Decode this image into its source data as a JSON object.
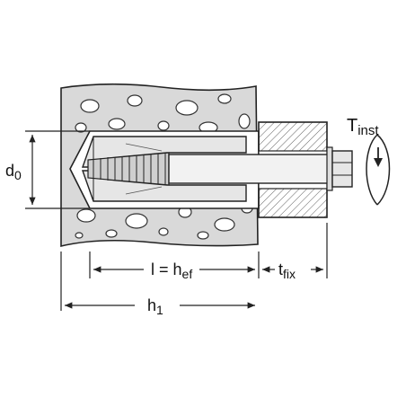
{
  "labels": {
    "torque_main": "T",
    "torque_sub": "inst",
    "diameter_main": "d",
    "diameter_sub": "0",
    "embed_main": "l = h",
    "embed_sub": "ef",
    "fixture_main": "t",
    "fixture_sub": "fix",
    "depth_main": "h",
    "depth_sub": "1"
  },
  "colors": {
    "line": "#222222",
    "concrete": "#d9d9d9",
    "fixture": "#c4c4c4",
    "anchor": "#e6e6e6",
    "background": "#ffffff"
  }
}
